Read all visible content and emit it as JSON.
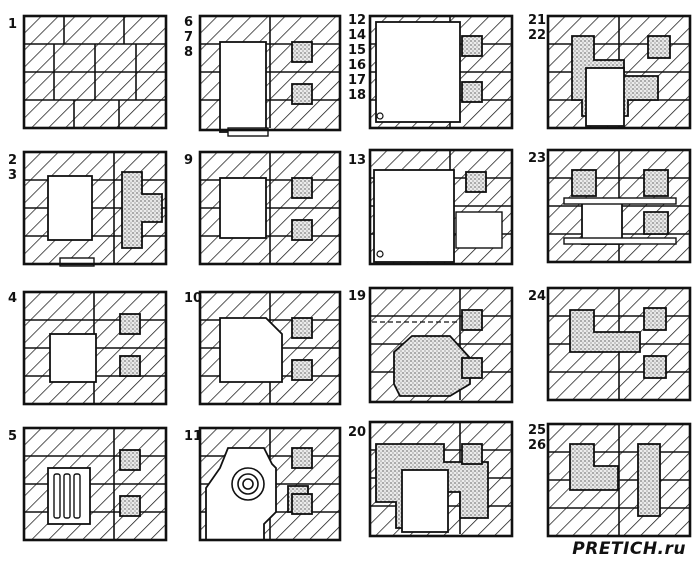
{
  "diagram": {
    "panels": [
      {
        "id": "p1",
        "label": "1"
      },
      {
        "id": "p6",
        "label": "6\n7\n8"
      },
      {
        "id": "p12",
        "label": "12\n14\n15\n16\n17\n18"
      },
      {
        "id": "p21",
        "label": "21\n22"
      },
      {
        "id": "p2",
        "label": "2\n3"
      },
      {
        "id": "p9",
        "label": "9"
      },
      {
        "id": "p13",
        "label": "13"
      },
      {
        "id": "p23",
        "label": "23"
      },
      {
        "id": "p4",
        "label": "4"
      },
      {
        "id": "p10",
        "label": "10"
      },
      {
        "id": "p19",
        "label": "19"
      },
      {
        "id": "p24",
        "label": "24"
      },
      {
        "id": "p5",
        "label": "5"
      },
      {
        "id": "p11",
        "label": "11"
      },
      {
        "id": "p20",
        "label": "20"
      },
      {
        "id": "p25",
        "label": "25\n26"
      }
    ]
  },
  "watermark": "PRETICH.ru"
}
